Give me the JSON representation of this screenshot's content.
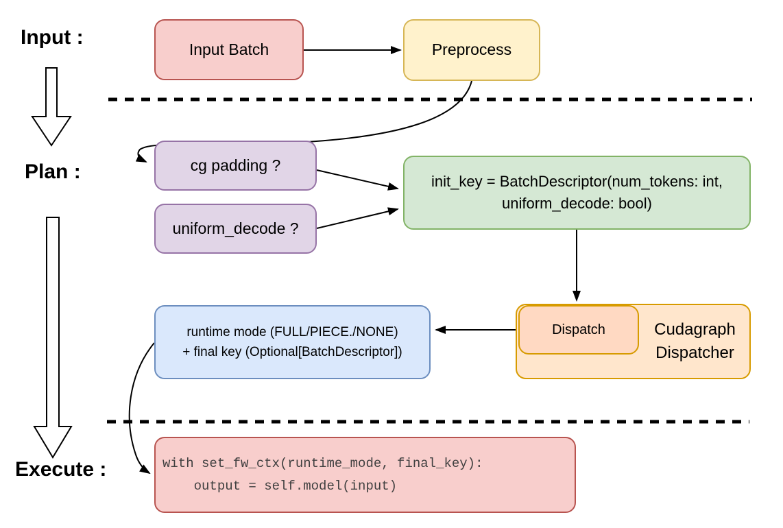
{
  "labels": {
    "input": "Input :",
    "plan": "Plan :",
    "execute": "Execute :"
  },
  "nodes": {
    "input_batch": {
      "label": "Input Batch",
      "fill": "#f8cecc",
      "stroke": "#b85450"
    },
    "preprocess": {
      "label": "Preprocess",
      "fill": "#fff2cc",
      "stroke": "#d6b656"
    },
    "cg_padding": {
      "label": "cg padding ?",
      "fill": "#e1d5e7",
      "stroke": "#9673a6"
    },
    "uniform_decode": {
      "label": "uniform_decode ?",
      "fill": "#e1d5e7",
      "stroke": "#9673a6"
    },
    "init_key": {
      "lines": [
        "init_key = BatchDescriptor(num_tokens: int,",
        "uniform_decode: bool)"
      ],
      "fill": "#d5e8d4",
      "stroke": "#82b366"
    },
    "dispatch": {
      "label": "Dispatch",
      "fill": "#ffd9c2",
      "stroke": "#d79b00"
    },
    "cudagraph_dispatcher": {
      "lines": [
        "Cudagraph",
        "Dispatcher"
      ],
      "fill": "#ffe6cc",
      "stroke": "#d79b00"
    },
    "runtime_mode": {
      "lines": [
        "runtime mode (FULL/PIECE./NONE)",
        "+ final key (Optional[BatchDescriptor])"
      ],
      "fill": "#dae8fc",
      "stroke": "#6c8ebf"
    },
    "execute_code": {
      "lines": [
        "with set_fw_ctx(runtime_mode, final_key):",
        "    output = self.model(input)"
      ],
      "fill": "#f8cecc",
      "stroke": "#b85450"
    }
  },
  "connector_color": "#000000"
}
